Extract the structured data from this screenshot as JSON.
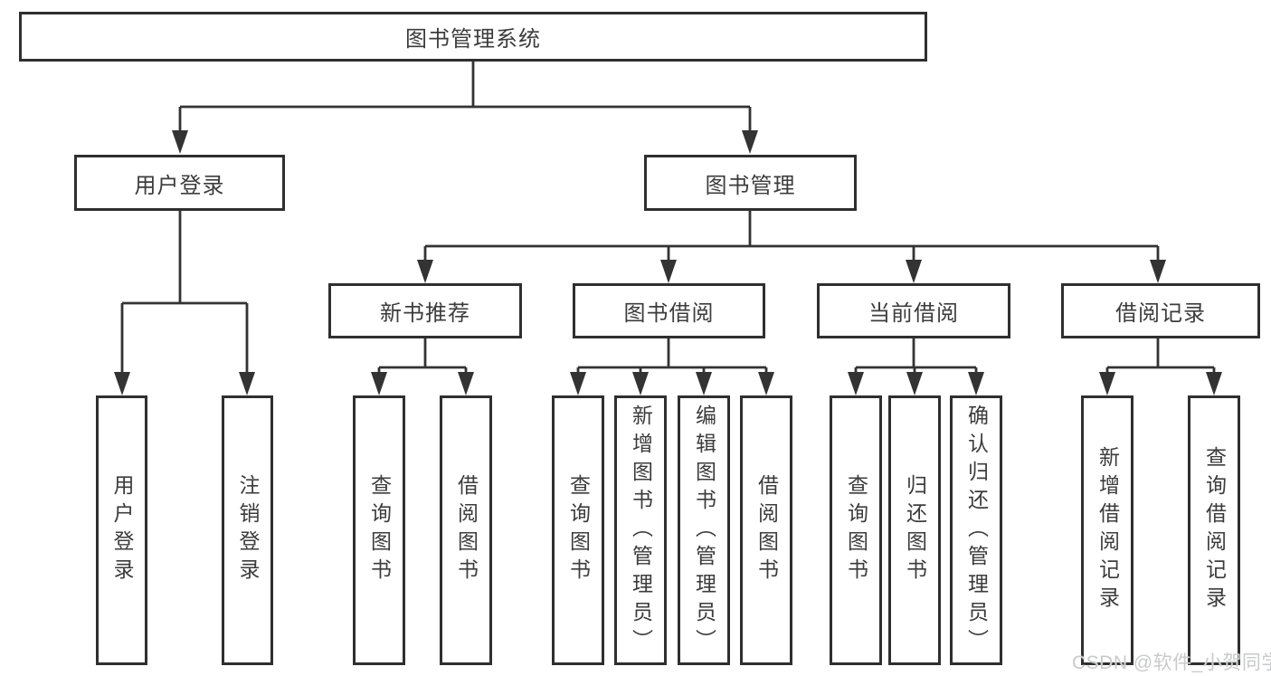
{
  "diagram": {
    "type": "tree",
    "root": {
      "label": "图书管理系统",
      "children": [
        {
          "label": "用户登录",
          "children": [
            {
              "label": "用户登录"
            },
            {
              "label": "注销登录"
            }
          ]
        },
        {
          "label": "图书管理",
          "children": [
            {
              "label": "新书推荐",
              "children": [
                {
                  "label": "查询图书"
                },
                {
                  "label": "借阅图书"
                }
              ]
            },
            {
              "label": "图书借阅",
              "children": [
                {
                  "label": "查询图书"
                },
                {
                  "label": "新增图书（管理员）"
                },
                {
                  "label": "编辑图书（管理员）"
                },
                {
                  "label": "借阅图书"
                }
              ]
            },
            {
              "label": "当前借阅",
              "children": [
                {
                  "label": "查询图书"
                },
                {
                  "label": "归还图书"
                },
                {
                  "label": "确认归还（管理员）"
                }
              ]
            },
            {
              "label": "借阅记录",
              "children": [
                {
                  "label": "新增借阅记录"
                },
                {
                  "label": "查询借阅记录"
                }
              ]
            }
          ]
        }
      ]
    },
    "colors": {
      "line": "#333333",
      "box_border": "#2f2f2f",
      "box_fill": "#ffffff",
      "text": "#3c3c3c",
      "background": "#ffffff",
      "watermark": "#c9cacb"
    },
    "watermark": {
      "text": "CSDN @软件_小贺同学"
    }
  }
}
